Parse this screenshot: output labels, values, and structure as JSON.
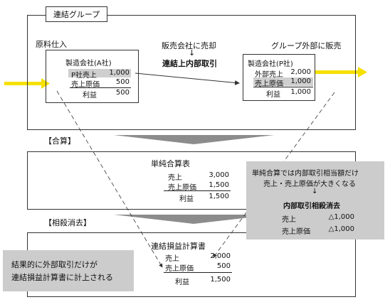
{
  "group_title": "連結グループ",
  "top": {
    "raw_material": "原料仕入",
    "sales_to_company": "販売会社に売却",
    "arrow_down": "↓",
    "consolidated_internal": "連結上内部取引",
    "external_sales": "グループ外部に販売",
    "company_a": {
      "title": "製造会社(A社)",
      "rows": [
        {
          "label": "P社売上",
          "value": "1,000"
        },
        {
          "label": "売上原価",
          "value": "500"
        },
        {
          "label": "利益",
          "value": "500"
        }
      ]
    },
    "company_p": {
      "title": "製造会社(P社)",
      "rows": [
        {
          "label": "外部売上",
          "value": "2,000"
        },
        {
          "label": "売上原価",
          "value": "1,000"
        },
        {
          "label": "利益",
          "value": "1,000"
        }
      ]
    }
  },
  "step1_label": "【合算】",
  "simple": {
    "title": "単純合算表",
    "rows": [
      {
        "label": "売上",
        "value": "3,000"
      },
      {
        "label": "売上原価",
        "value": "1,500"
      },
      {
        "label": "利益",
        "value": "1,500"
      }
    ]
  },
  "callout": {
    "line1": "単純合算では内部取引相当額だけ",
    "line2": "売上・売上原価が大きくなる",
    "arrow": "↓",
    "heading": "内部取引相殺消去",
    "rows": [
      {
        "label": "売上",
        "value": "△1,000"
      },
      {
        "label": "売上原価",
        "value": "△1,000"
      }
    ]
  },
  "step2_label": "【相殺消去】",
  "consolidated": {
    "title": "連結損益計算書",
    "rows": [
      {
        "label": "売上",
        "value": "2,000"
      },
      {
        "label": "売上原価",
        "value": "500"
      },
      {
        "label": "利益",
        "value": "1,500"
      }
    ]
  },
  "result_note": {
    "line1": "結果的に外部取引だけが",
    "line2": "連結損益計算書に計上される"
  },
  "colors": {
    "yellow_arrow": "#f5e000",
    "callout_bg": "#cccccc",
    "chevron": "#8c8c8c"
  }
}
